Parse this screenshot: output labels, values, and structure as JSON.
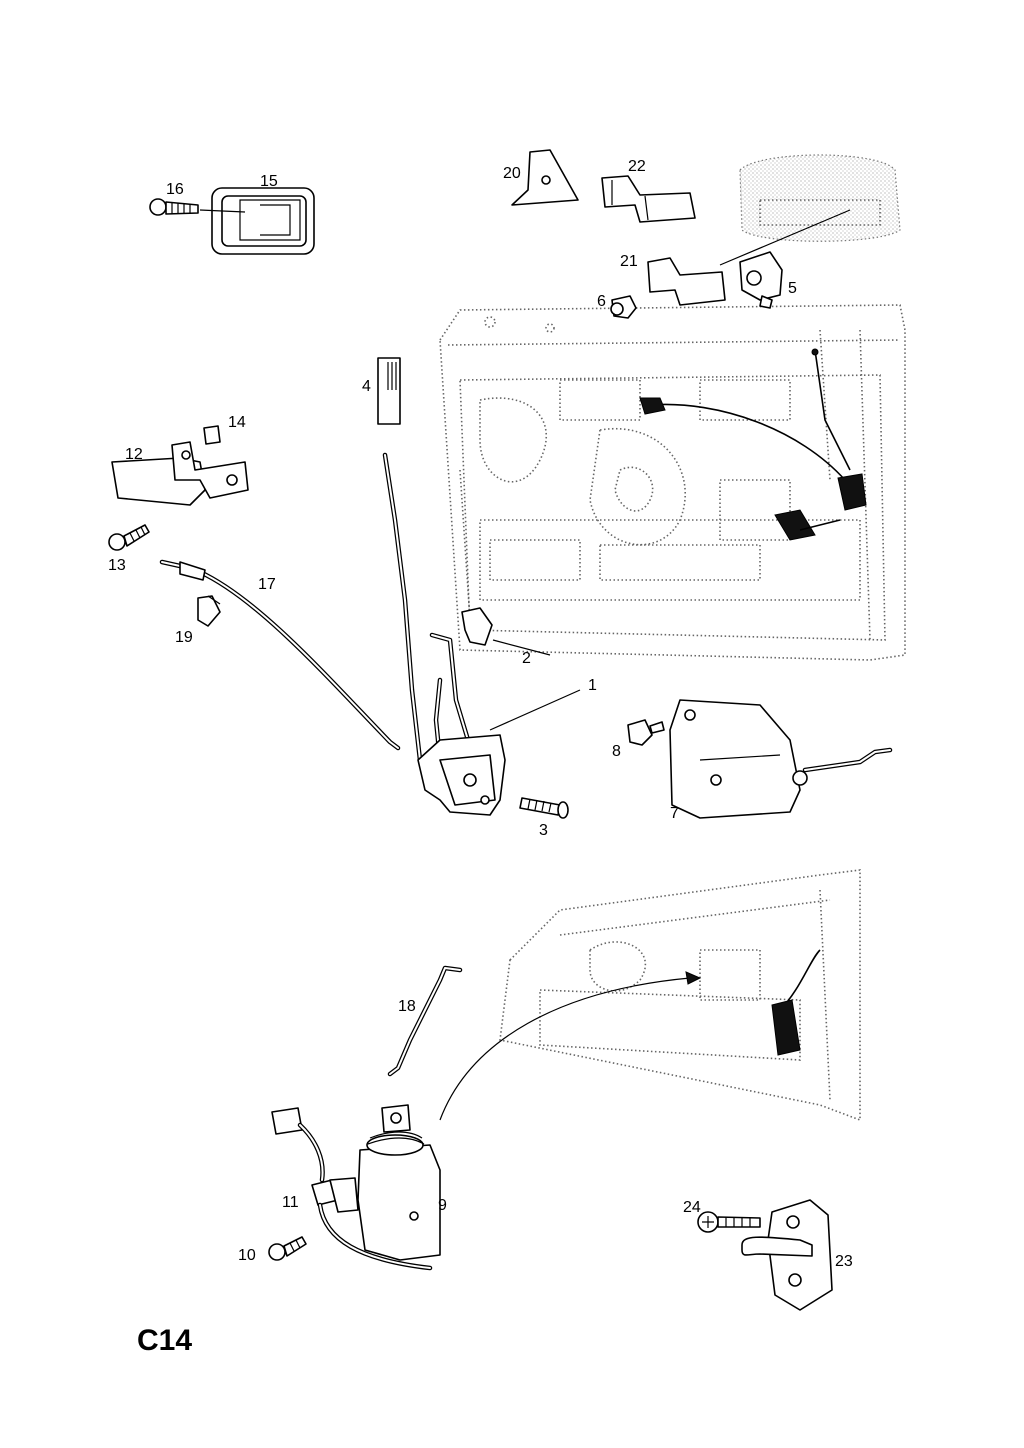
{
  "page_code": "C14",
  "callouts": [
    {
      "id": "16",
      "label": "16"
    },
    {
      "id": "15",
      "label": "15"
    },
    {
      "id": "20",
      "label": "20"
    },
    {
      "id": "22",
      "label": "22"
    },
    {
      "id": "21",
      "label": "21"
    },
    {
      "id": "6",
      "label": "6"
    },
    {
      "id": "5",
      "label": "5"
    },
    {
      "id": "4",
      "label": "4"
    },
    {
      "id": "14",
      "label": "14"
    },
    {
      "id": "12",
      "label": "12"
    },
    {
      "id": "13",
      "label": "13"
    },
    {
      "id": "17",
      "label": "17"
    },
    {
      "id": "19",
      "label": "19"
    },
    {
      "id": "2",
      "label": "2"
    },
    {
      "id": "1",
      "label": "1"
    },
    {
      "id": "8",
      "label": "8"
    },
    {
      "id": "7",
      "label": "7"
    },
    {
      "id": "3",
      "label": "3"
    },
    {
      "id": "18",
      "label": "18"
    },
    {
      "id": "11",
      "label": "11"
    },
    {
      "id": "9",
      "label": "9"
    },
    {
      "id": "10",
      "label": "10"
    },
    {
      "id": "24",
      "label": "24"
    },
    {
      "id": "23",
      "label": "23"
    }
  ]
}
